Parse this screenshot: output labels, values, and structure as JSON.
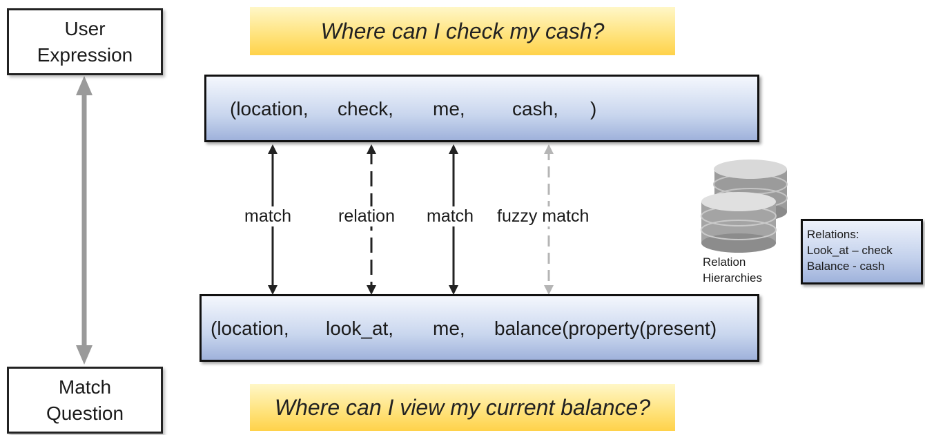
{
  "user_expression": {
    "line1": "User",
    "line2": "Expression"
  },
  "match_question": {
    "line1": "Match",
    "line2": "Question"
  },
  "top_question": "Where can I check my cash?",
  "bottom_question": "Where can I view my current balance?",
  "top_tuple": {
    "open": "(location,",
    "t2": "check,",
    "t3": "me,",
    "t4": "cash,",
    "close": ")"
  },
  "bottom_tuple": {
    "open": "(location,",
    "t2": "look_at,",
    "t3": "me,",
    "t4": "balance(property(present)"
  },
  "links": [
    {
      "label": "match",
      "style": "solid"
    },
    {
      "label": "relation",
      "style": "dashed"
    },
    {
      "label": "match",
      "style": "solid"
    },
    {
      "label": "fuzzy match",
      "style": "dashed-gray"
    }
  ],
  "db": {
    "line1": "Relation",
    "line2": "Hierarchies"
  },
  "relations_box": {
    "line1": "Relations:",
    "line2": "Look_at – check",
    "line3": "Balance - cash"
  },
  "colors": {
    "arrow_dark": "#222222",
    "arrow_gray": "#9a9a9a",
    "fuzzy": "#b5b5b5"
  }
}
